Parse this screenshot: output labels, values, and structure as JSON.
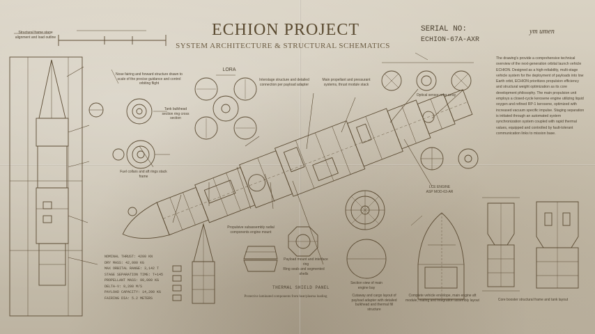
{
  "title": "ECHION PROJECT",
  "subtitle": "SYSTEM ARCHITECTURE & STRUCTURAL SCHEMATICS",
  "serial": {
    "label": "SERIAL NO:",
    "value": "ECHION-67A-AXR"
  },
  "signature": "ym umen",
  "description": "The drawing's provide a comprehensive technical overview of the next-generation orbital launch vehicle ECHION. Designed as a high-reliability, multi-stage vehicle system for the deployment of payloads into low Earth orbit, ECHION prioritizes propulsion efficiency and structural weight optimization as its core development philosophy. The main propulsion unit employs a closed-cycle kerosene engine utilizing liquid oxygen and refined RP-1 kerosene, optimized with increased vacuum specific impulse. Staging separation is initiated through an automated system synchronization system coupled with rapid thermal values, equipped and controlled by fault-tolerant communication links to mission base.",
  "spec_block": "NOMINAL THRUST: 4200 KN\nDRY MASS: 42,000 KG\nMAX ORBITAL RANGE: 3,142 T\nSTAGE SEPARATION TIME: T+145\nPROPELLANT MASS: 90,000 KG\nDELTA-V: 9,200 M/S\nPAYLOAD CAPACITY: 14,200 KG\nFAIRING DIA: 5.2 METERS",
  "thermal": {
    "title": "THERMAL SHIELD PANEL",
    "note": "Protective laminated components from heat/plasma loading"
  },
  "labels": {
    "top_left_note": "Structural frame stage alignment and load outline",
    "nose_note": "Nose fairing and forward structure drawn to scale of the precise guidance and control orbiting flight",
    "lora": "LORA",
    "interstage_note": "Interstage structure and detailed connection per payload adapter",
    "main_body_note": "Main propellant and pressurant systems, thrust module stack",
    "cross_note": "Tank bulkhead section ring cross section",
    "fuel_note": "Fuel collars and aft rings stack frame",
    "optical_note": "Optical sensor rotor array",
    "engine_code": "LCE ENGINE\nASP MOD-63-AR",
    "radial_note": "Propulsive subassembly radial components engine mount",
    "payload_note": "Payload mount and interface ring",
    "mirror_note": "Ring seals and segmented shells",
    "section_note": "Section view of main engine bay",
    "fairing_note": "Cutaway and cargo layout of payload adapter with detailed bulkhead and thermal fill structure",
    "booster_note": "Core booster structural frame and tank layout",
    "bottom_right_note": "Complete vehicle envelope, main engine aft module, mating and integration assembly layout"
  }
}
